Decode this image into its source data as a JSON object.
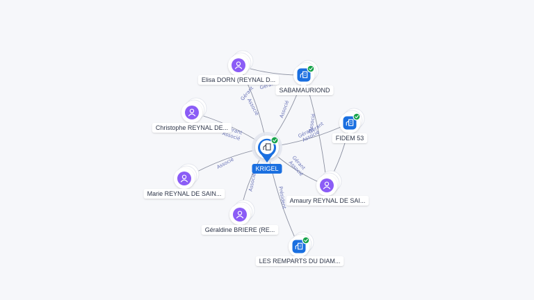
{
  "colors": {
    "person": "#8b5cf6",
    "company": "#1a6fe0",
    "verified": "#16a34a",
    "edge": "#8a8fa0",
    "edge_label": "#6b75b8",
    "label_text": "#2c3448"
  },
  "center": {
    "label": "KRIGEL",
    "icon": "building-icon",
    "verified": true
  },
  "nodes": [
    {
      "id": "elisa",
      "type": "person",
      "label": "Elisa DORN (REYNAL D...",
      "icon": "person-icon",
      "verified": false
    },
    {
      "id": "sabamauriond",
      "type": "company",
      "label": "SABAMAURIOND",
      "icon": "building-icon",
      "verified": true
    },
    {
      "id": "christophe",
      "type": "person",
      "label": "Christophe REYNAL DE...",
      "icon": "person-icon",
      "verified": false
    },
    {
      "id": "fidem",
      "type": "company",
      "label": "FIDEM 53",
      "icon": "building-icon",
      "verified": true
    },
    {
      "id": "marie",
      "type": "person",
      "label": "Marie REYNAL DE SAIN...",
      "icon": "person-icon",
      "verified": false
    },
    {
      "id": "amaury",
      "type": "person",
      "label": "Amaury REYNAL DE SAI...",
      "icon": "person-icon",
      "verified": false
    },
    {
      "id": "geraldine",
      "type": "person",
      "label": "Géraldine BRIERE (RE...",
      "icon": "person-icon",
      "verified": false
    },
    {
      "id": "remparts",
      "type": "company",
      "label": "LES REMPARTS DU DIAM...",
      "icon": "building-icon",
      "verified": true
    }
  ],
  "edge_labels": {
    "elisa": [
      "Gérant",
      "Associé"
    ],
    "sabamauriond": [
      "Associé"
    ],
    "christophe": [
      "Gérant",
      "Associé"
    ],
    "fidem": [
      "Gérant",
      "Associé"
    ],
    "marie": [
      "Associé"
    ],
    "amaury": [
      "Gérant",
      "Associé"
    ],
    "geraldine": [
      "Associé"
    ],
    "remparts": [
      "Président"
    ],
    "elisa-sabamauriond": [
      "Gérant"
    ],
    "amaury-sabamauriond": [
      "Associé"
    ],
    "amaury-fidem": [
      "Gérant",
      "Associé"
    ]
  }
}
